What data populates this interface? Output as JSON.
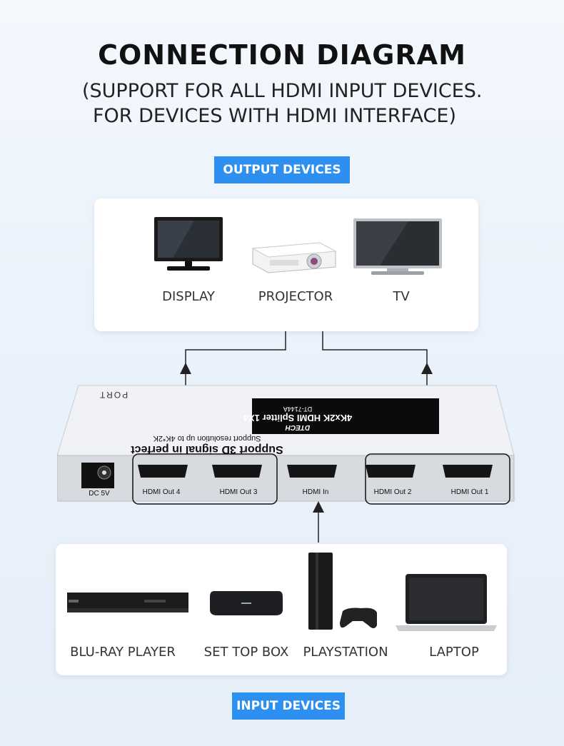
{
  "header": {
    "title": "CONNECTION DIAGRAM",
    "subtitle_line1": "(SUPPORT FOR ALL HDMI INPUT DEVICES.",
    "subtitle_line2": "FOR DEVICES WITH HDMI INTERFACE)"
  },
  "output_section": {
    "tag": "OUTPUT DEVICES",
    "devices": [
      {
        "label": "DISPLAY",
        "icon": "monitor-icon"
      },
      {
        "label": "PROJECTOR",
        "icon": "projector-icon"
      },
      {
        "label": "TV",
        "icon": "tv-icon"
      }
    ]
  },
  "splitter": {
    "brand": "DTECH",
    "model_line": "4Kx2K HDMI Splitter 1X4",
    "model_code": "DT-7144A",
    "slogan": "Support 3D signal in perfect",
    "slogan2": "Support resolution up to 4K*2K",
    "port_word": "PORT",
    "power_label": "DC 5V",
    "ports": [
      "HDMI Out 4",
      "HDMI Out 3",
      "HDMI In",
      "HDMI Out 2",
      "HDMI Out 1"
    ]
  },
  "input_section": {
    "tag": "INPUT DEVICES",
    "devices": [
      {
        "label": "BLU-RAY PLAYER",
        "icon": "bluray-player-icon"
      },
      {
        "label": "SET TOP BOX",
        "icon": "set-top-box-icon"
      },
      {
        "label": "PLAYSTATION",
        "icon": "playstation-icon"
      },
      {
        "label": "LAPTOP",
        "icon": "laptop-icon"
      }
    ]
  },
  "colors": {
    "accent": "#2d8ff0",
    "arrow": "#222222",
    "device_body": "#d9dde3"
  }
}
